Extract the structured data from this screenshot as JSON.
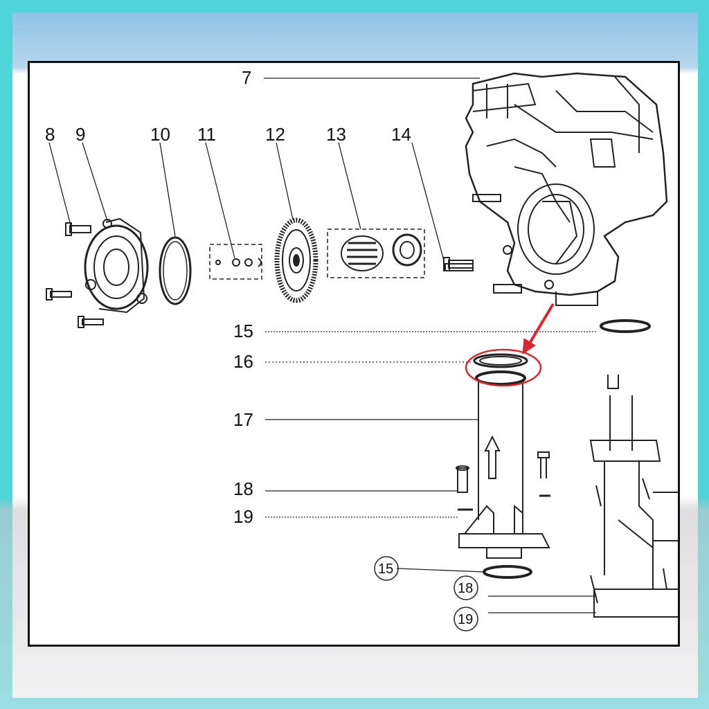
{
  "diagram": {
    "callouts": {
      "c7": "7",
      "c8": "8",
      "c9": "9",
      "c10": "10",
      "c11": "11",
      "c12": "12",
      "c13": "13",
      "c14": "14",
      "c15a": "15",
      "c16": "16",
      "c17": "17",
      "c18a": "18",
      "c19a": "19",
      "c15b": "15",
      "c18b": "18",
      "c19b": "19"
    },
    "highlight_color": "#d9262c"
  }
}
